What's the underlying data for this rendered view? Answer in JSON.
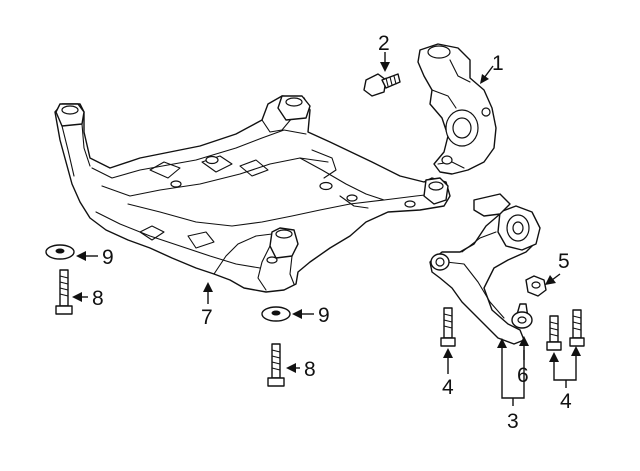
{
  "diagram": {
    "callouts": {
      "knuckle": "1",
      "bolt_small": "2",
      "lower_arm": "3",
      "bolt_left": "4",
      "bolts_right": "4",
      "nut": "5",
      "ball_joint": "6",
      "subframe": "7",
      "bolt_long_left": "8",
      "bolt_long_center": "8",
      "washer_left": "9",
      "washer_center": "9"
    }
  }
}
